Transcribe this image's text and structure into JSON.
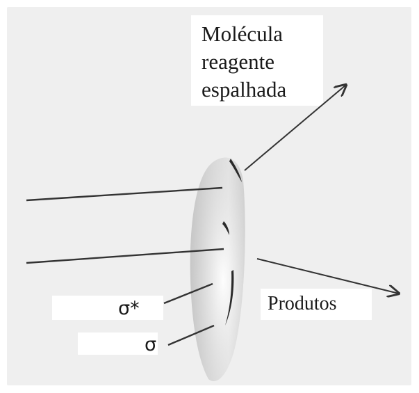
{
  "labels": {
    "scattered_line1": "Molécula",
    "scattered_line2": "reagente",
    "scattered_line3": "espalhada",
    "products": "Produtos",
    "sigma_star": "σ*",
    "sigma": "σ"
  }
}
